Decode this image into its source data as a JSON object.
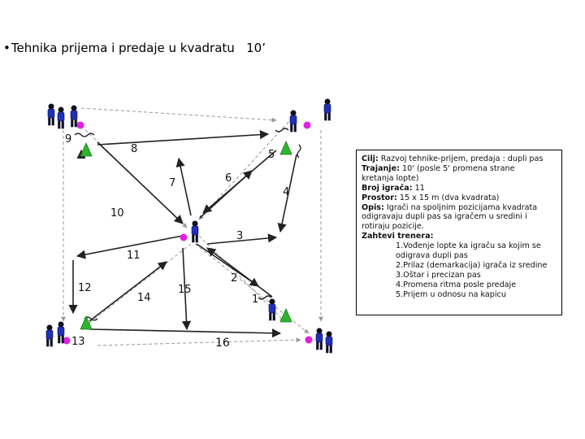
{
  "slide": {
    "bullet": "•",
    "title": "Tehnika prijema i predaje u kvadratu",
    "duration": "10’"
  },
  "info_box": {
    "goal_label": "Cilj:",
    "goal": " Razvoj tehnike-prijem, predaja : dupli pas",
    "duration_label": "Trajanje:",
    "duration": " 10' (posle 5' promena strane",
    "duration_cont": "kretanja lopte)",
    "players_label": "Broj igrača:",
    "players": " 11",
    "space_label": "Prostor:",
    "space": " 15 x 15 m (dva kvadrata)",
    "desc_label": "Opis:",
    "desc": " Igrači na spoljnim pozicijama kvadrata",
    "desc_2": "odigravaju dupli pas sa igračem u sredini i",
    "desc_3": "rotiraju pozicije.",
    "req_label": "Zahtevi trenera:",
    "req_1": "1.Vođenje lopte ka igraču sa kojim se",
    "req_1b": "odigrava dupli pas",
    "req_2": "2.Prilaz (demarkacija) igrača iz sredine",
    "req_3": "3.Oštar i precizan pas",
    "req_4": "4.Promena ritma posle predaje",
    "req_5": "5.Prijem u odnosu na kapicu"
  },
  "diagram": {
    "pass_labels": [
      "1",
      "2",
      "3",
      "4",
      "5",
      "6",
      "7",
      "8",
      "9",
      "10",
      "11",
      "12",
      "13",
      "14",
      "15",
      "16"
    ],
    "colors": {
      "player": "#1f2fb8",
      "cone": "#2db52d",
      "ball": "#e020e0",
      "arrow": "#222222",
      "dashed": "#999999"
    }
  }
}
